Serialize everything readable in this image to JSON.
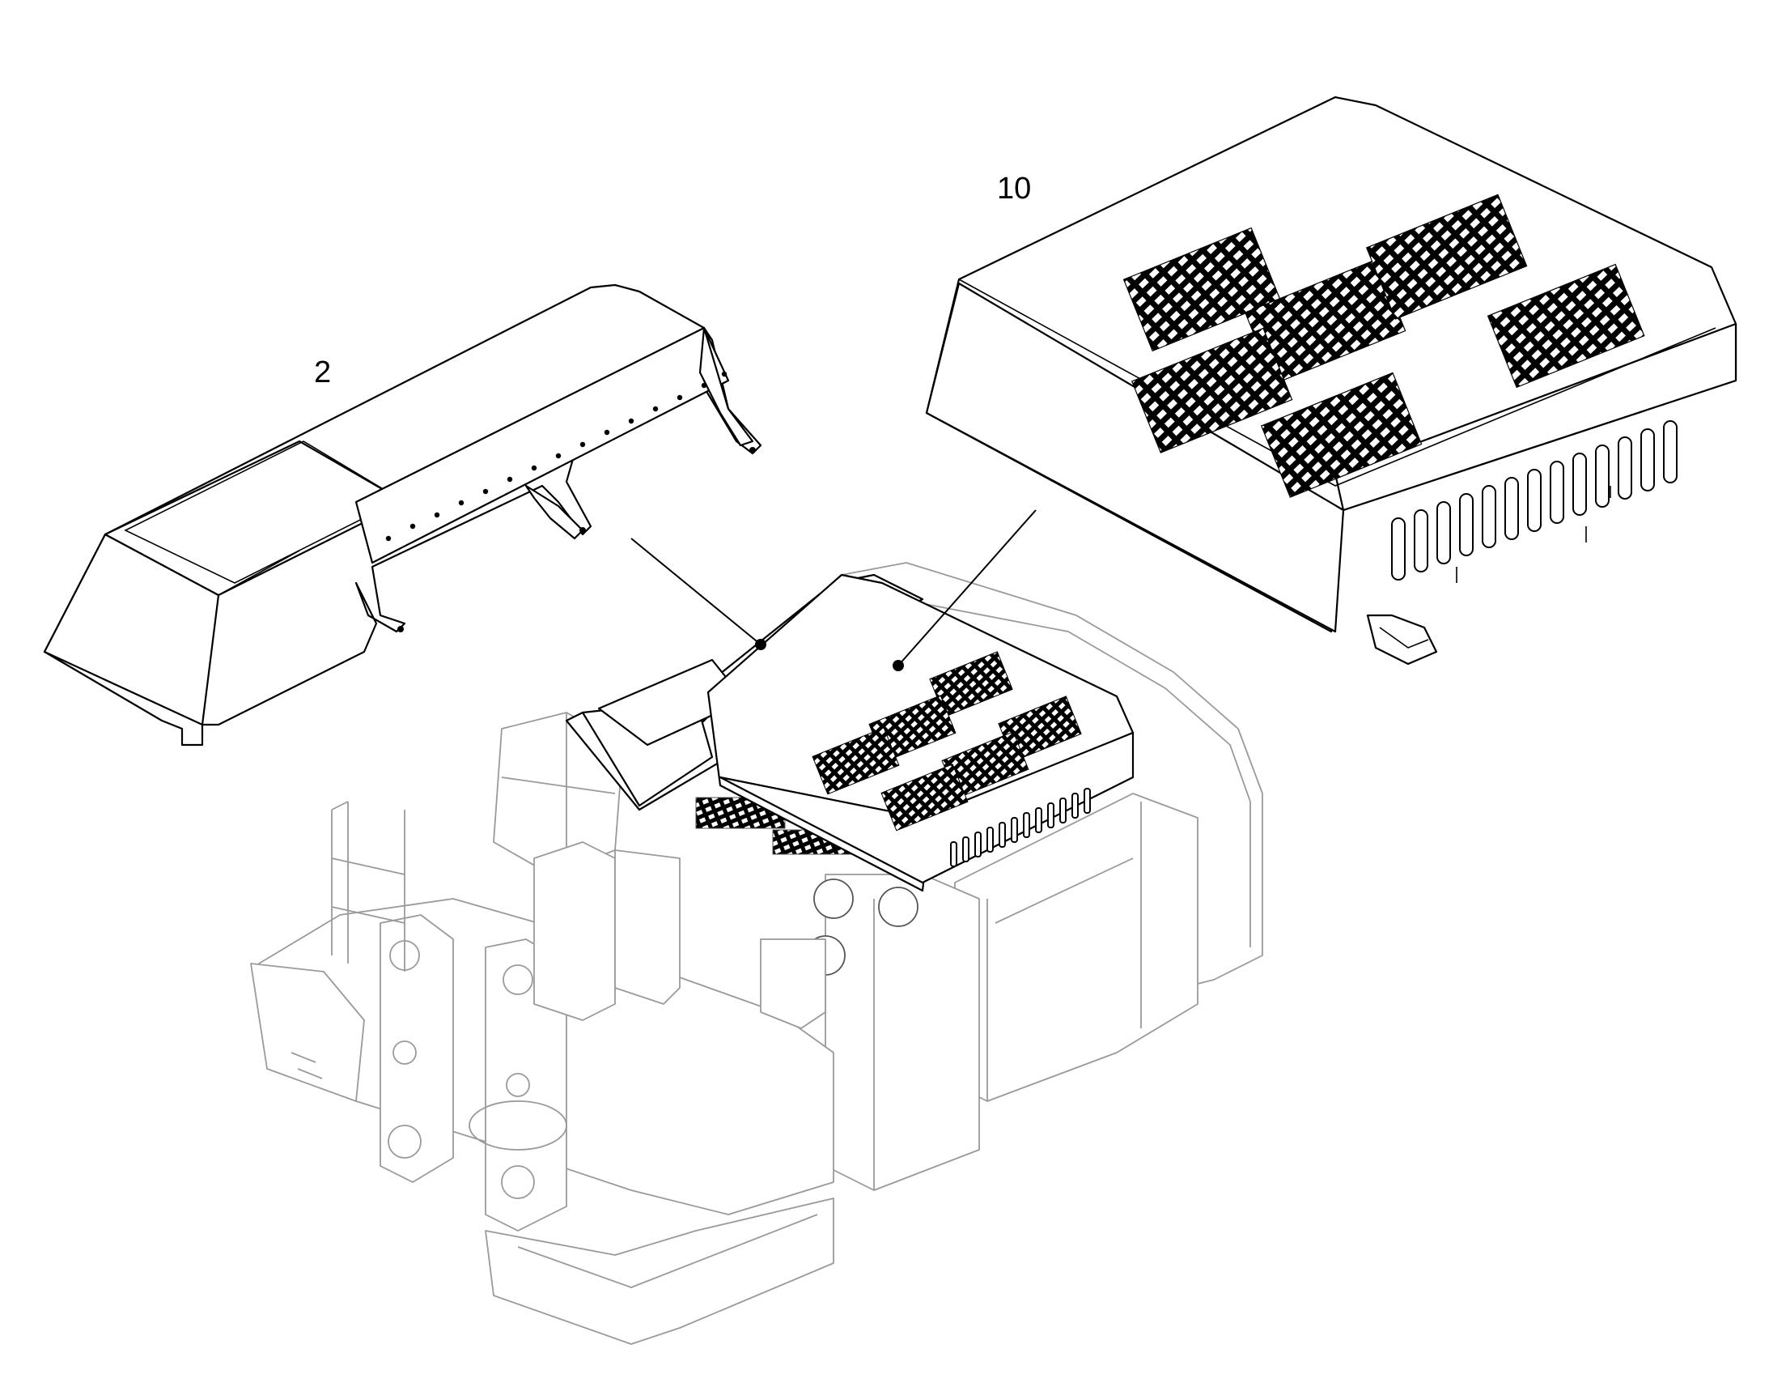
{
  "diagram": {
    "callouts": [
      {
        "id": "callout-2",
        "label": "2"
      },
      {
        "id": "callout-10",
        "label": "10"
      }
    ],
    "colors": {
      "line": "#000000",
      "frame": "#9a9a9a",
      "background": "#ffffff"
    }
  }
}
